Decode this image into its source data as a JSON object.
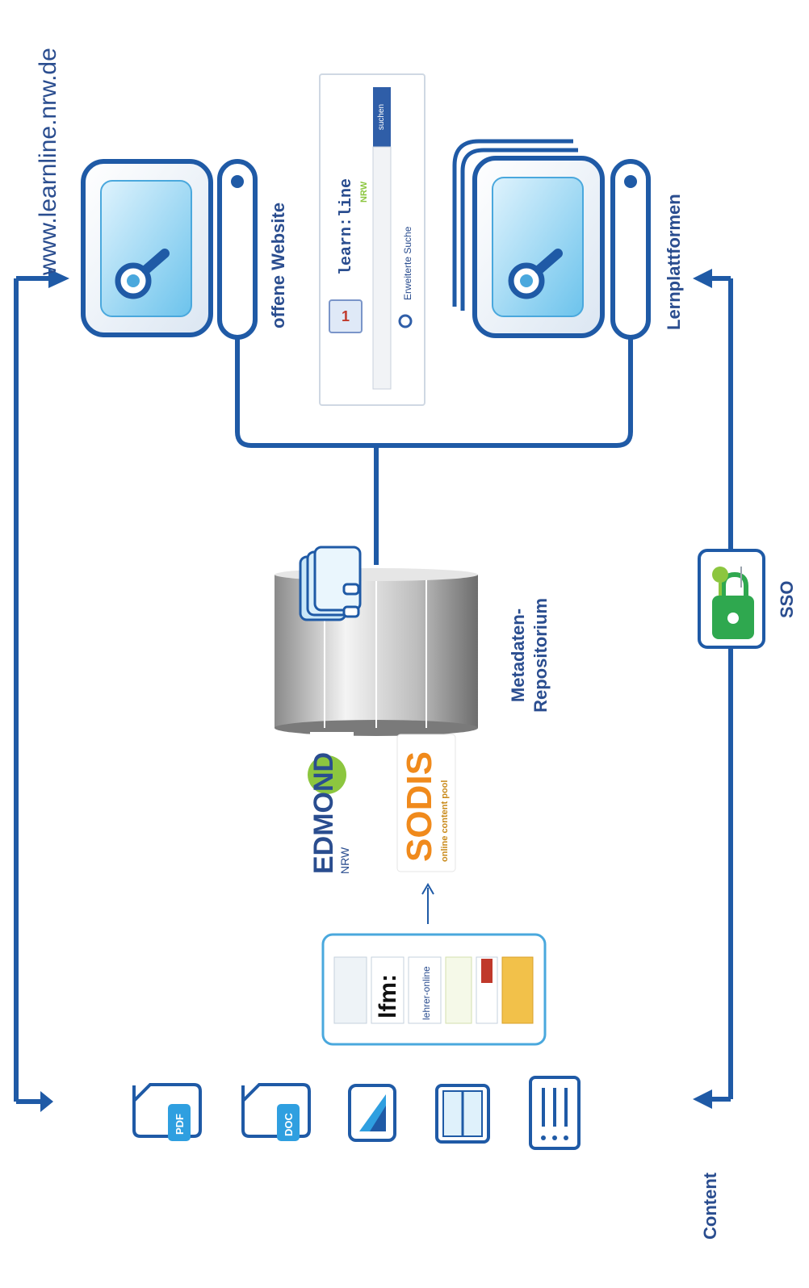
{
  "labels": {
    "url": "www.learnline.nrw.de",
    "offene_website": "offene Website",
    "lernplattformen": "Lernplattformen",
    "metadaten_line1": "Metadaten-",
    "metadaten_line2": "Repositorium",
    "sso": "SSO",
    "content": "Content"
  },
  "search_box": {
    "logo": "learn:line",
    "logo_sub": "NRW",
    "button": "suchen",
    "advanced": "Erweiterte Suche"
  },
  "logos": {
    "edmond_main": "EDMOND",
    "edmond_sub": "NRW",
    "sodis_main": "SODIS",
    "sodis_sub": "online content pool"
  },
  "providers": {
    "lfm": "lfm:",
    "lehrer_online": "lehrer-online"
  },
  "content_items": {
    "pdf": "PDF",
    "doc": "DOC"
  },
  "icons": [
    "search-magnifier-icon",
    "key-lock-icon",
    "image-icon",
    "film-icon",
    "list-icon"
  ],
  "colors": {
    "primary_blue": "#1f5aa6",
    "label_blue": "#2a4d8f",
    "screen_blue": "#8fd1f0",
    "sso_green": "#2fa84f",
    "sodis_orange": "#f08a1c",
    "edmond_green": "#8cc63f"
  }
}
